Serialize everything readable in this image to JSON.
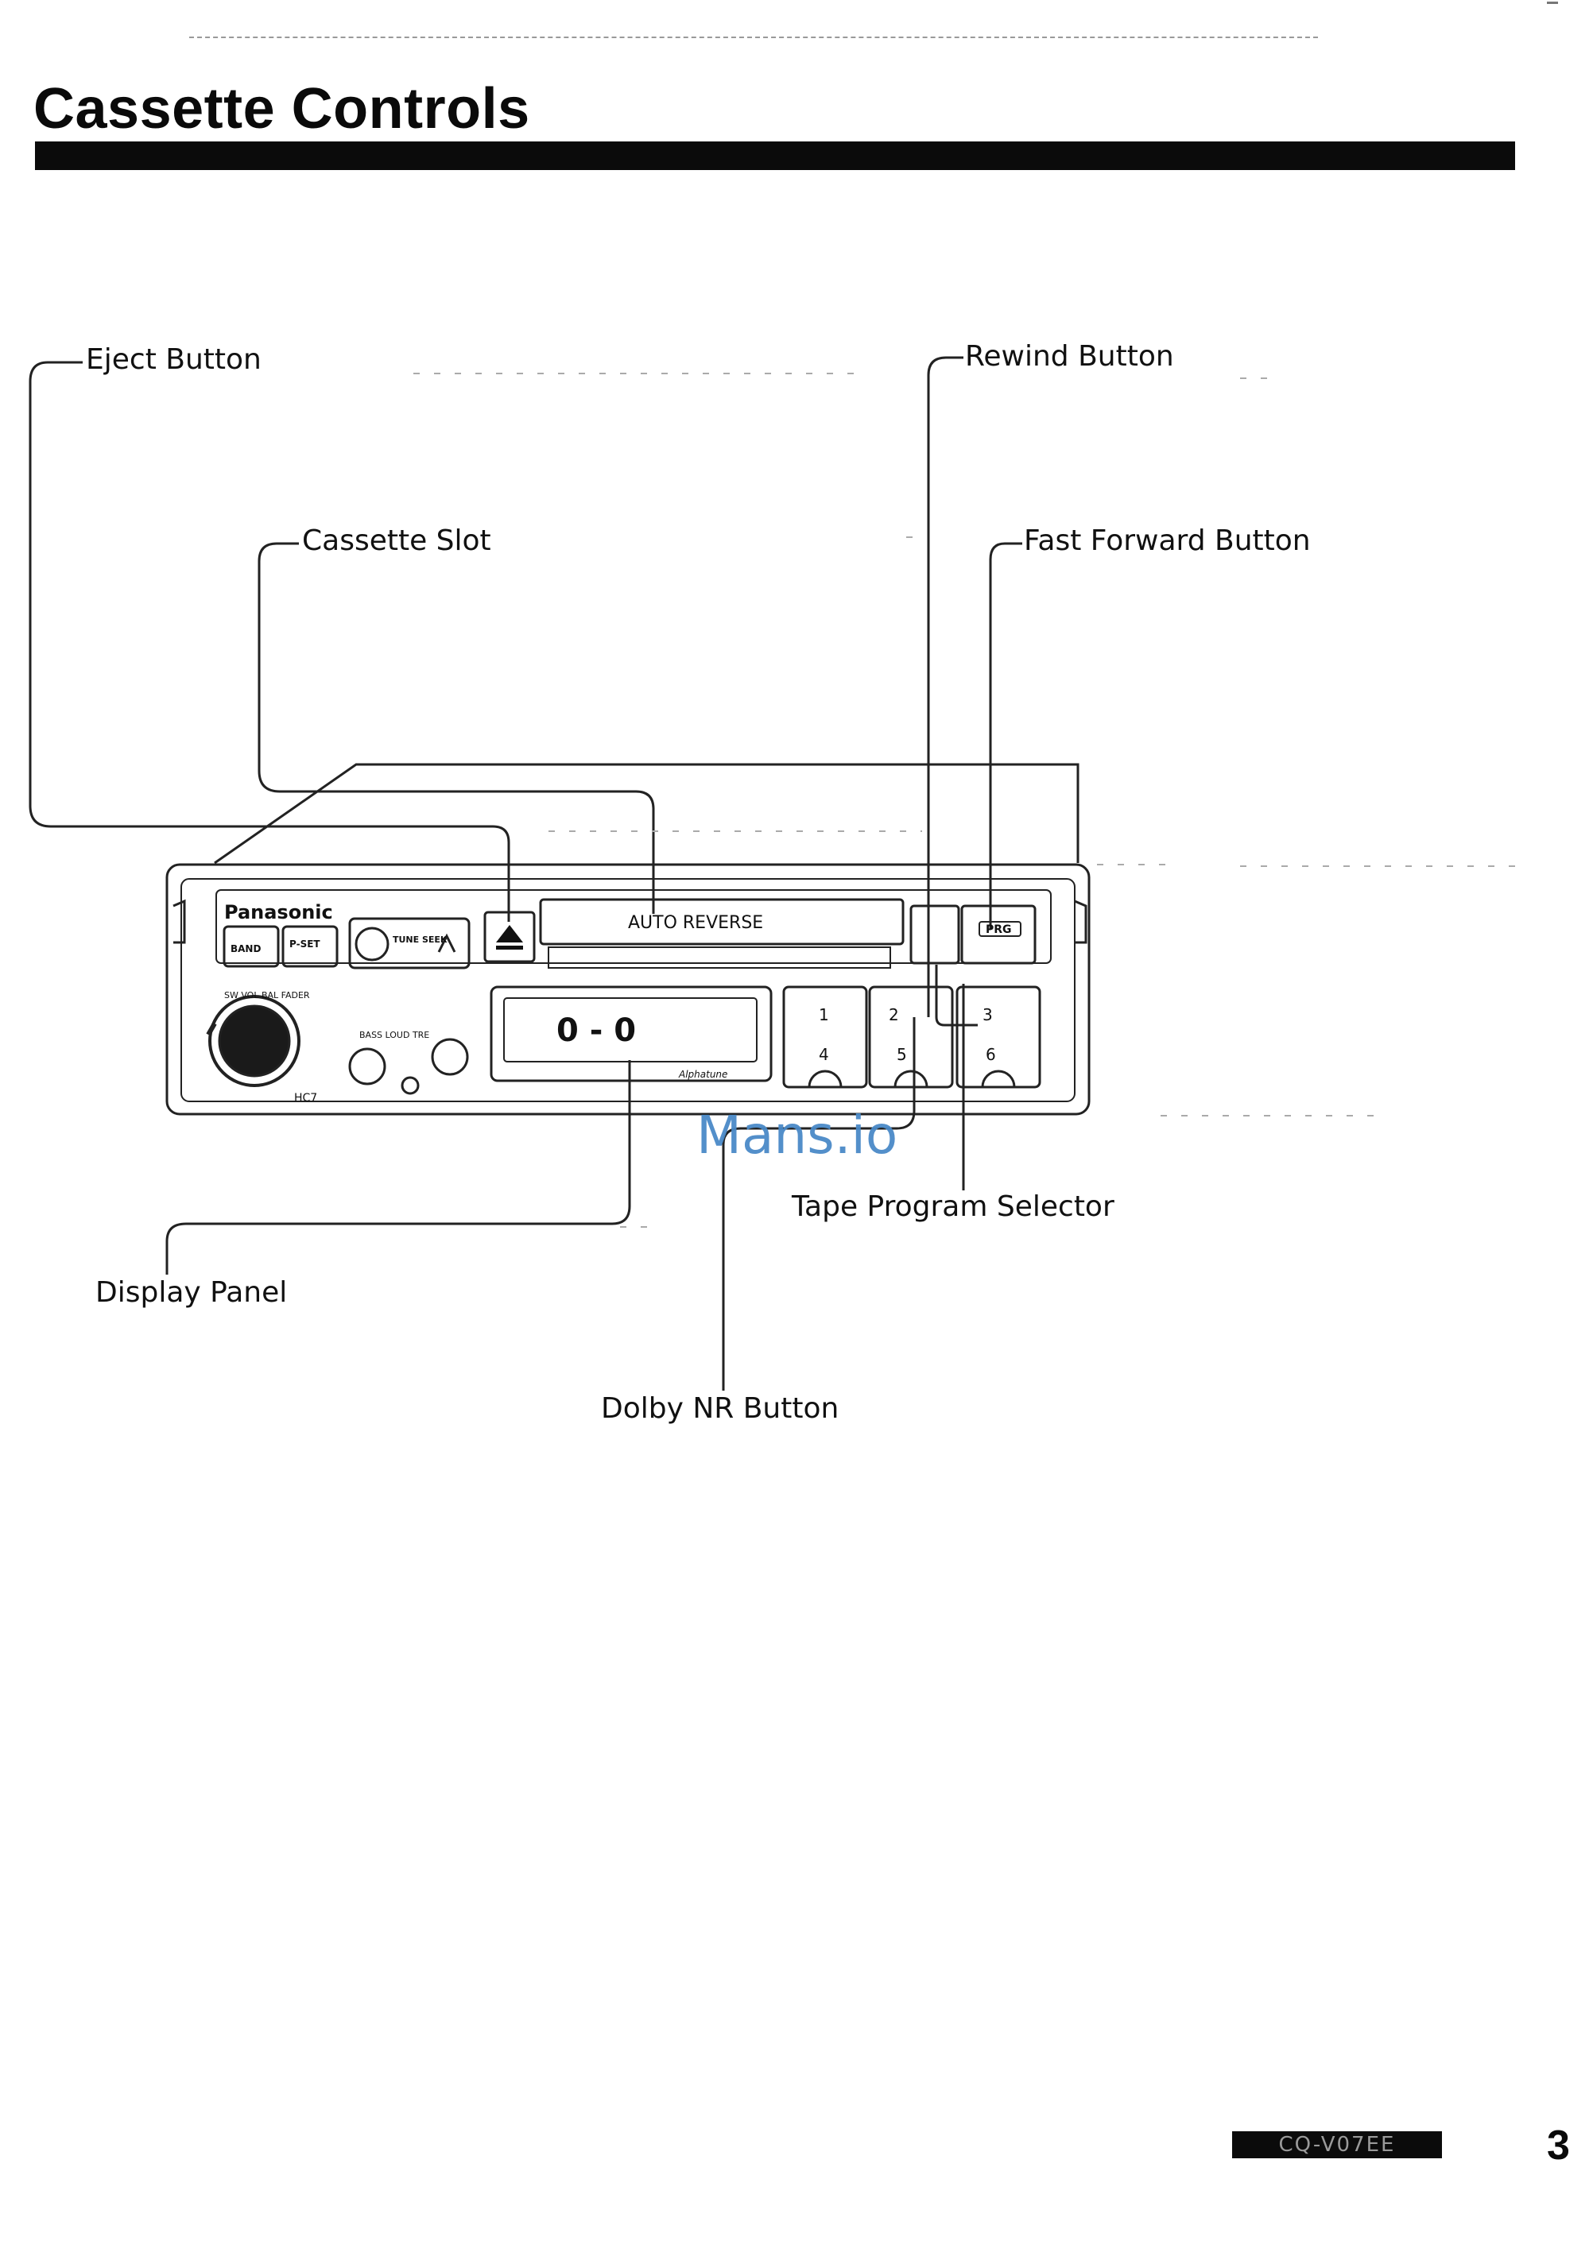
{
  "page": {
    "title": "Cassette Controls",
    "page_number": "3",
    "footer_code": "CQ-V07EE",
    "watermark": "Mans.io"
  },
  "callouts": {
    "eject_button": "Eject Button",
    "cassette_slot": "Cassette Slot",
    "rewind_button": "Rewind Button",
    "fast_forward_button": "Fast Forward Button",
    "tape_program_selector": "Tape Program Selector",
    "display_panel": "Display Panel",
    "dolby_nr_button": "Dolby NR Button"
  },
  "device": {
    "brand": "Panasonic",
    "band_button": "BAND",
    "pset_button": "P-SET",
    "tune_seek": "TUNE SEEK",
    "auto_reverse": "AUTO REVERSE",
    "prg_button": "PRG",
    "volume_label": "SW VOL BAL FADER",
    "tone_labels": "BASS LOUD TRE",
    "knob_model": "HC7",
    "display_readout": "0 - 0",
    "preset_top": [
      "1",
      "2",
      "3"
    ],
    "preset_bottom": [
      "4",
      "5",
      "6"
    ],
    "display_brand": "Alphatune"
  }
}
